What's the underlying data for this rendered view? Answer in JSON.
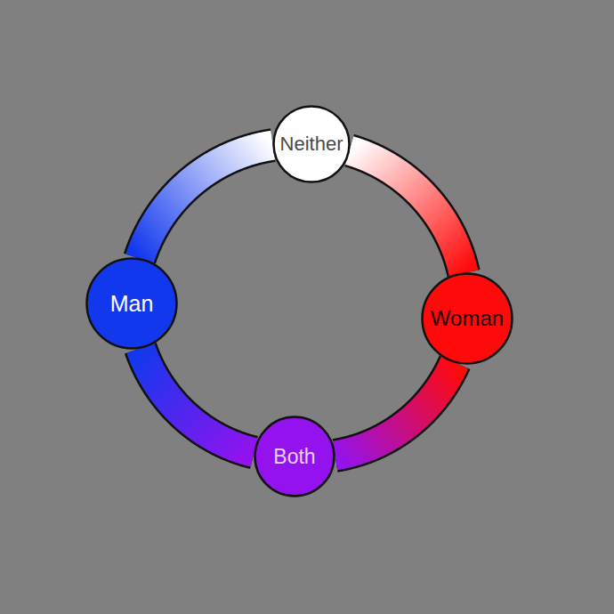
{
  "diagram": {
    "nodes": [
      {
        "text": [
          "Neither"
        ]
      },
      {
        "text": [
          "Man"
        ]
      },
      {
        "text": [
          "Woman"
        ]
      },
      {
        "text": [
          "Both"
        ]
      }
    ],
    "edges": [
      {
        "from": 0,
        "to": 2,
        "arrow": "none"
      },
      {
        "from": 2,
        "to": 3,
        "arrow": "none"
      },
      {
        "from": 3,
        "to": 1,
        "arrow": "none"
      },
      {
        "from": 1,
        "to": 0,
        "arrow": "none"
      }
    ]
  }
}
